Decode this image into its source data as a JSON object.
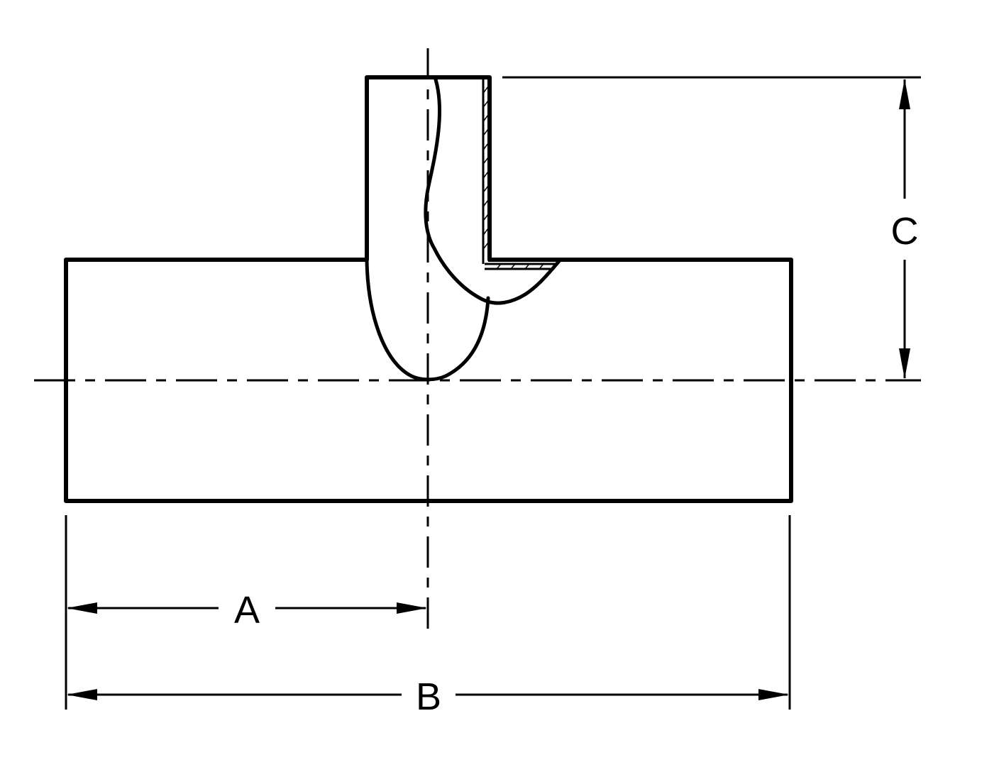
{
  "dimensions": {
    "a": {
      "label": "A"
    },
    "b": {
      "label": "B"
    },
    "c": {
      "label": "C"
    }
  }
}
